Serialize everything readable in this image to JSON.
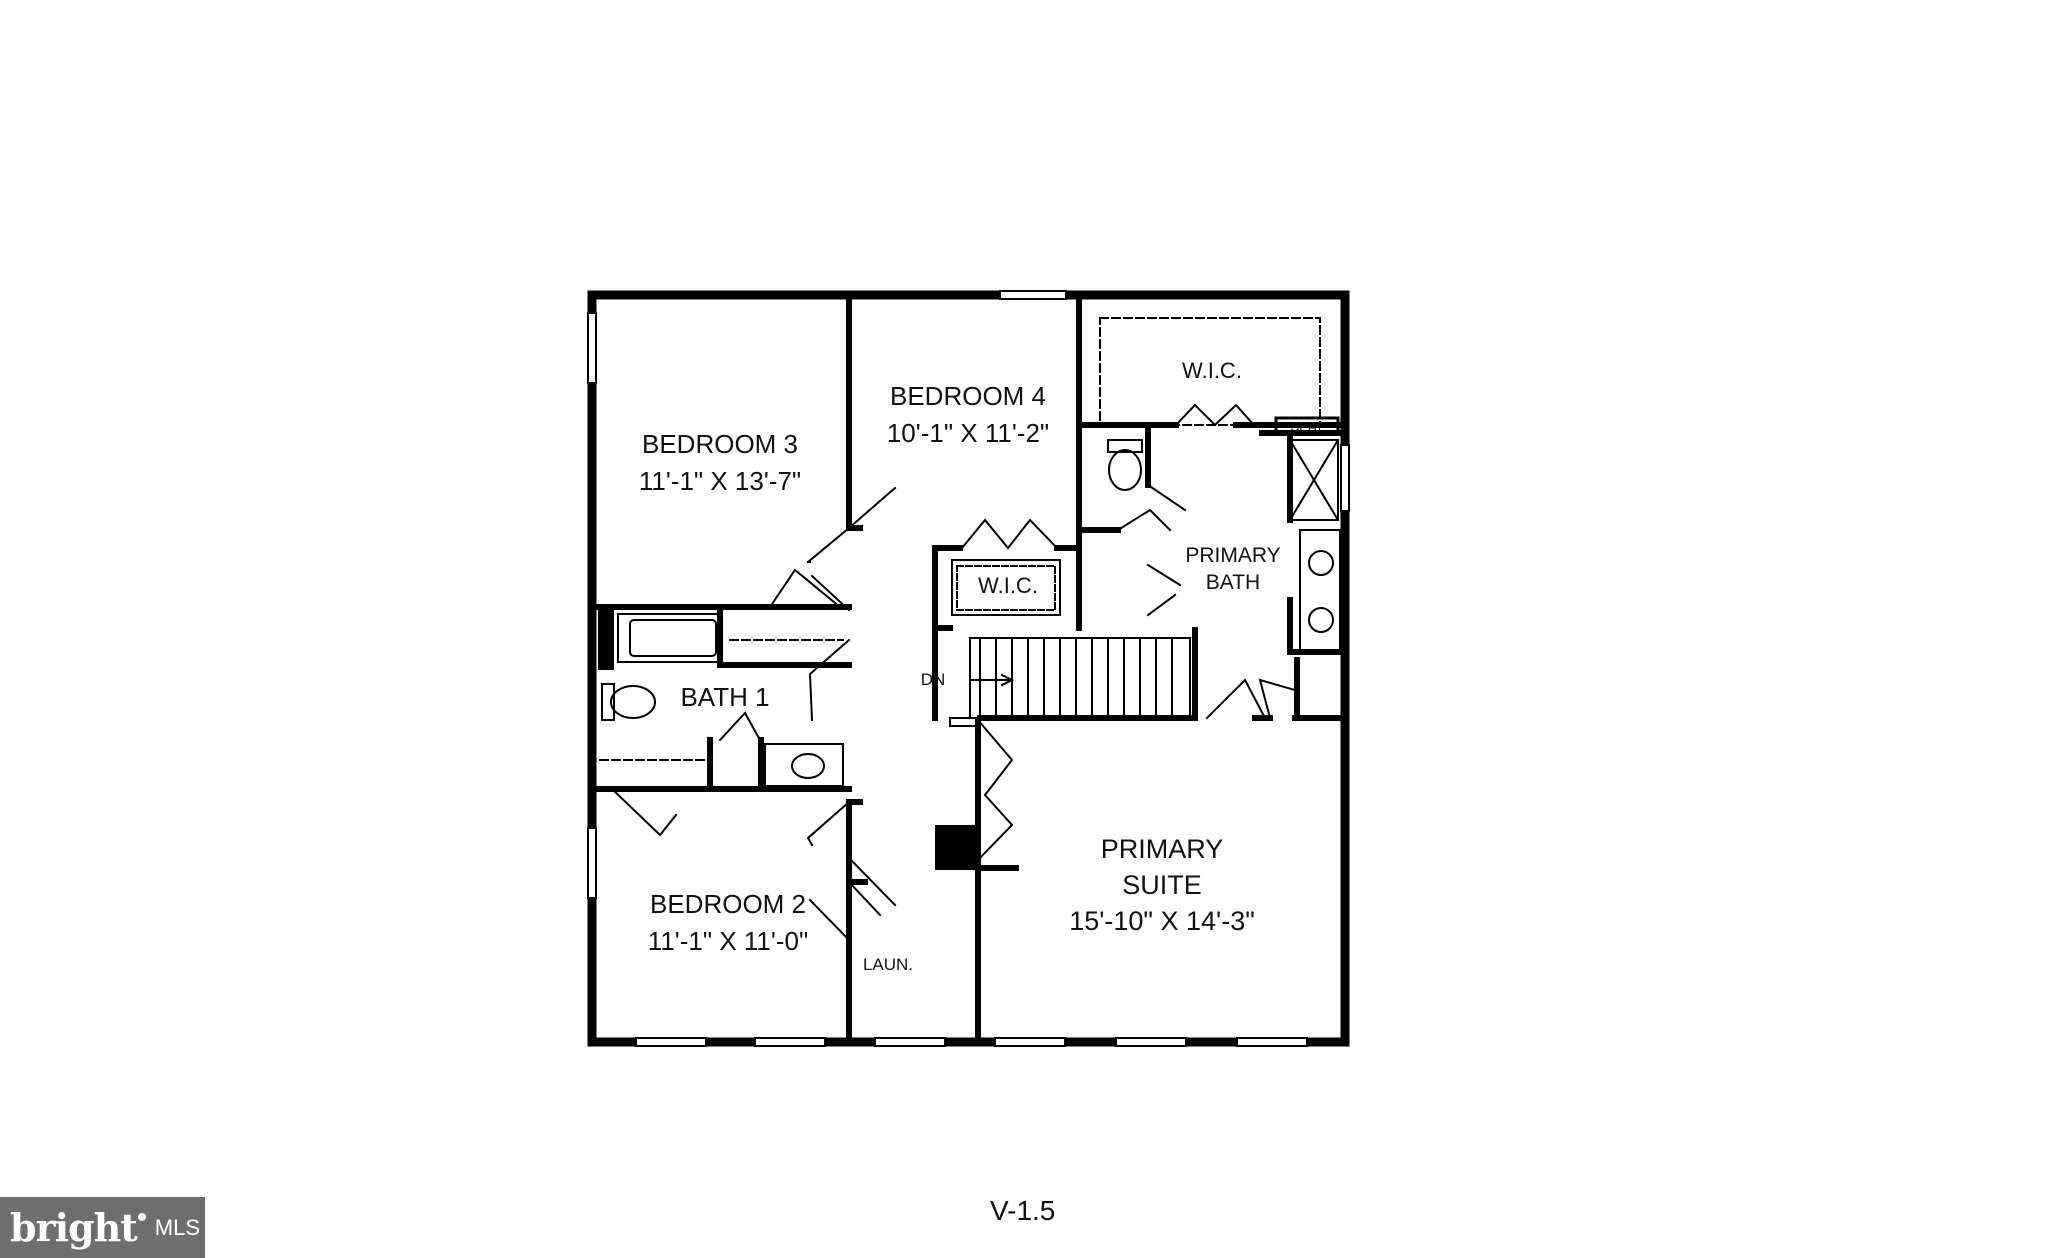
{
  "rooms": {
    "bedroom3": {
      "name": "BEDROOM 3",
      "dims": "11'-1\" X 13'-7\""
    },
    "bedroom4": {
      "name": "BEDROOM 4",
      "dims": "10'-1\" X 11'-2\""
    },
    "wic_primary": "W.I.C.",
    "wic_bed4": "W.I.C.",
    "seat": "SEAT",
    "primary_bath": {
      "line1": "PRIMARY",
      "line2": "BATH"
    },
    "bath1": "BATH 1",
    "stairs_dn": "DN",
    "bedroom2": {
      "name": "BEDROOM 2",
      "dims": "11'-1\" X 11'-0\""
    },
    "laundry": "LAUN.",
    "primary_suite": {
      "line1": "PRIMARY",
      "line2": "SUITE",
      "dims": "15'-10\" X 14'-3\""
    }
  },
  "version_label": "V-1.5",
  "logo": {
    "brand": "bright",
    "suffix": "MLS"
  }
}
